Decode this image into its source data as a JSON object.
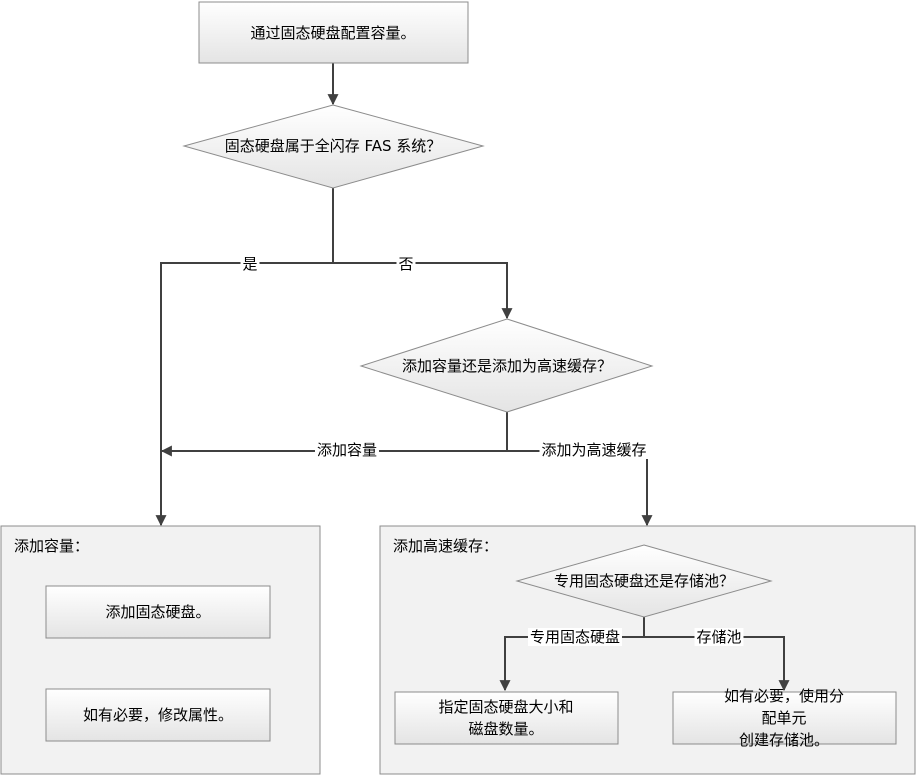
{
  "nodes": {
    "start": "通过固态硬盘配置容量。",
    "decision_fas": "固态硬盘属于全闪存 FAS 系统？",
    "decision_capacity_or_cache": "添加容量还是添加为高速缓存？",
    "group_add_capacity": "添加容量：",
    "add_ssd": "添加固态硬盘。",
    "modify_props": "如有必要，修改属性。",
    "group_add_cache": "添加高速缓存：",
    "decision_dedicated_or_pool": "专用固态硬盘还是存储池？",
    "specify_size_line1": "指定固态硬盘大小和",
    "specify_size_line2": "磁盘数量。",
    "create_pool_line1": "如有必要，使用分配单元",
    "create_pool_line2": "创建存储池。"
  },
  "edges": {
    "yes": "是",
    "no": "否",
    "add_capacity": "添加容量",
    "add_as_cache": "添加为高速缓存",
    "dedicated_ssd": "专用固态硬盘",
    "storage_pool": "存储池"
  },
  "colors": {
    "node_fill_top": "#ffffff",
    "node_fill_bottom": "#e6e6e6",
    "node_stroke": "#8c8c8c",
    "group_fill": "#f2f2f2",
    "connector": "#404040"
  }
}
